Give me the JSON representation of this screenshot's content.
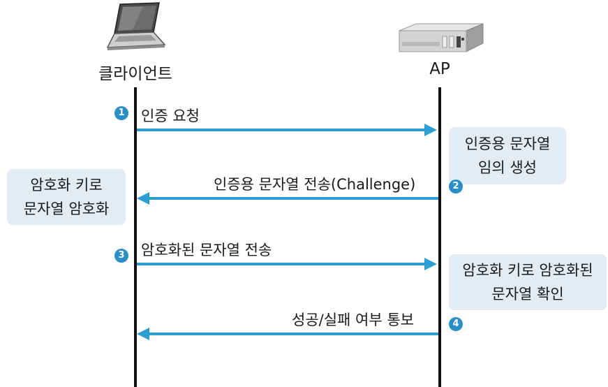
{
  "actors": {
    "client": {
      "label": "클라이언트",
      "icon": "laptop-icon"
    },
    "ap": {
      "label": "AP",
      "icon": "access-point-icon"
    }
  },
  "messages": [
    {
      "step": "1",
      "label": "인증 요청",
      "direction": "client-to-ap"
    },
    {
      "step": "2",
      "label": "인증용 문자열 전송(Challenge)",
      "direction": "ap-to-client"
    },
    {
      "step": "3",
      "label": "암호화된 문자열 전송",
      "direction": "client-to-ap"
    },
    {
      "step": "4",
      "label": "성공/실패 여부 통보",
      "direction": "ap-to-client"
    }
  ],
  "notes": {
    "ap_generate": {
      "line1": "인증용 문자열",
      "line2": "임의 생성"
    },
    "client_encrypt": {
      "line1": "암호화 키로",
      "line2": "문자열 암호화"
    },
    "ap_verify": {
      "line1": "암호화 키로 암호화된",
      "line2": "문자열 확인"
    }
  },
  "colors": {
    "arrow": "#2a9fd0",
    "step_badge": "#2a8fc9",
    "note_bg": "#e2ecf5",
    "lifeline": "#111111"
  }
}
